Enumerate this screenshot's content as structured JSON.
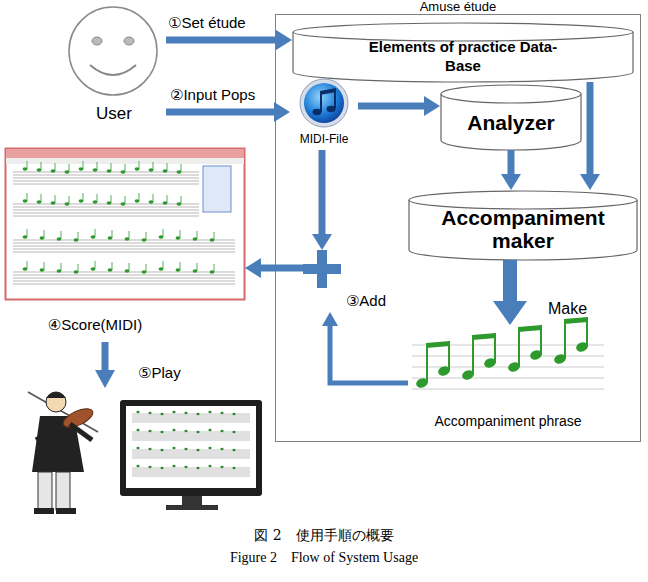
{
  "diagram": {
    "caption": "図 2　使用手順の概要",
    "nodes": [
      {
        "text": [
          "User"
        ]
      },
      {
        "text": [
          "Amuse étude"
        ]
      },
      {
        "text": [
          "Elements of practice Data-Base"
        ],
        "in": 1
      },
      {
        "text": [
          "MIDI-File"
        ],
        "in": 1
      },
      {
        "text": [
          "Analyzer"
        ],
        "in": 1
      },
      {
        "text": [
          "Accompaniment maker"
        ],
        "in": 1
      },
      {
        "text": [
          "③Add"
        ],
        "in": 1
      },
      {
        "text": [
          "Accompaniment phrase"
        ],
        "in": 1
      },
      {
        "text": [
          "④Score(MIDI)"
        ]
      }
    ],
    "edges": [
      {
        "from": 0,
        "to": 2,
        "arrow": "to",
        "label": "①Set étude"
      },
      {
        "from": 0,
        "to": 3,
        "arrow": "to",
        "label": "②Input Pops"
      },
      {
        "from": 3,
        "to": 4,
        "arrow": "to"
      },
      {
        "from": 4,
        "to": 5,
        "arrow": "to"
      },
      {
        "from": 2,
        "to": 5,
        "arrow": "to"
      },
      {
        "from": 3,
        "to": 6,
        "arrow": "to"
      },
      {
        "from": 5,
        "to": 7,
        "arrow": "to",
        "label": "Make"
      },
      {
        "from": 7,
        "to": 6,
        "arrow": "to"
      },
      {
        "from": 6,
        "to": 8,
        "arrow": "to"
      }
    ],
    "labels": [
      "⑤Play",
      "Figure 2　Flow of System Usage"
    ]
  }
}
